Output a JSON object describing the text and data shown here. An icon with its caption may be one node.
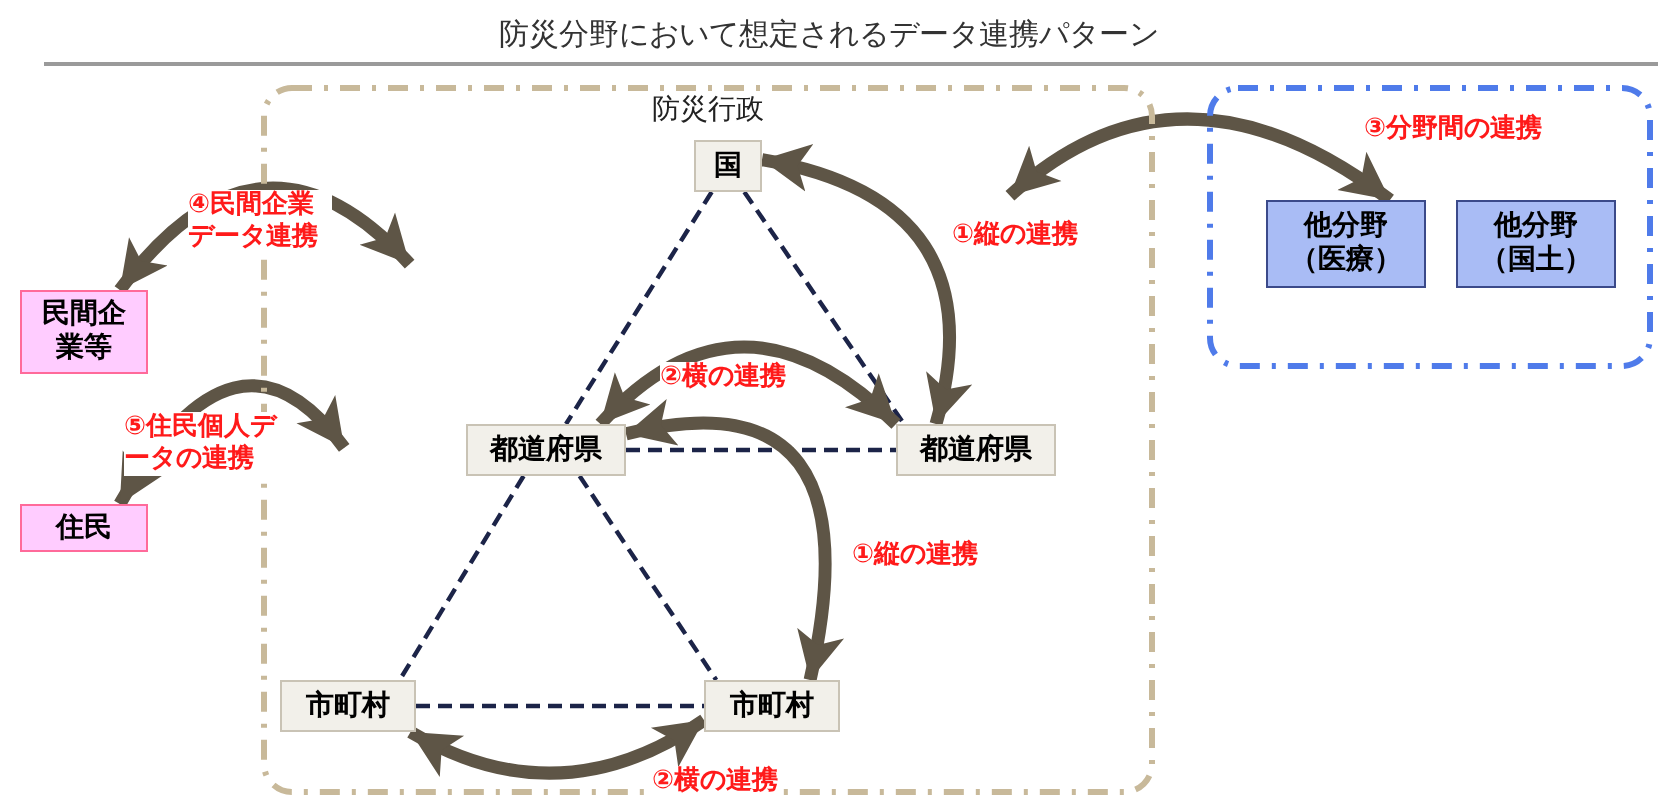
{
  "diagram": {
    "title": "防災分野において想定されるデータ連携パターン",
    "nodes": [
      {
        "text": [
          "防災行政"
        ]
      },
      {
        "text": [
          "国"
        ],
        "in": 0
      },
      {
        "text": [
          "都道府県"
        ],
        "in": 0
      },
      {
        "text": [
          "都道府県"
        ],
        "in": 0
      },
      {
        "text": [
          "市町村"
        ],
        "in": 0
      },
      {
        "text": [
          "市町村"
        ],
        "in": 0
      },
      {
        "text": [],
        "shape": "box"
      },
      {
        "text": [
          "他分野（医療）"
        ],
        "in": 6
      },
      {
        "text": [
          "他分野（国土）"
        ],
        "in": 6
      },
      {
        "text": [
          "民間企業等"
        ]
      },
      {
        "text": [
          "住民"
        ]
      }
    ],
    "edges": [
      {
        "from": 1,
        "to": 2,
        "arrow": "none",
        "style": "dashed",
        "color": "#1c2448"
      },
      {
        "from": 1,
        "to": 3,
        "arrow": "none",
        "style": "dashed",
        "color": "#1c2448"
      },
      {
        "from": 2,
        "to": 3,
        "arrow": "none",
        "style": "dashed",
        "color": "#1c2448"
      },
      {
        "from": 2,
        "to": 4,
        "arrow": "none",
        "style": "dashed",
        "color": "#1c2448"
      },
      {
        "from": 2,
        "to": 5,
        "arrow": "none",
        "style": "dashed",
        "color": "#1c2448"
      },
      {
        "from": 4,
        "to": 5,
        "arrow": "none",
        "style": "dashed",
        "color": "#1c2448"
      },
      {
        "from": 1,
        "to": 3,
        "arrow": "both",
        "label": "①縦の連携"
      },
      {
        "from": 3,
        "to": 2,
        "arrow": "both",
        "label": "②横の連携"
      },
      {
        "from": 2,
        "to": 5,
        "arrow": "both",
        "label": "①縦の連携"
      },
      {
        "from": 4,
        "to": 5,
        "arrow": "both",
        "label": "②横の連携"
      },
      {
        "from": 0,
        "to": 7,
        "arrow": "both",
        "label": "③分野間の連携"
      },
      {
        "from": 9,
        "to": 0,
        "arrow": "both",
        "label": "④民間企業データ連携"
      },
      {
        "from": 10,
        "to": 0,
        "arrow": "both",
        "label": "⑤住民個人データの連携"
      }
    ]
  }
}
